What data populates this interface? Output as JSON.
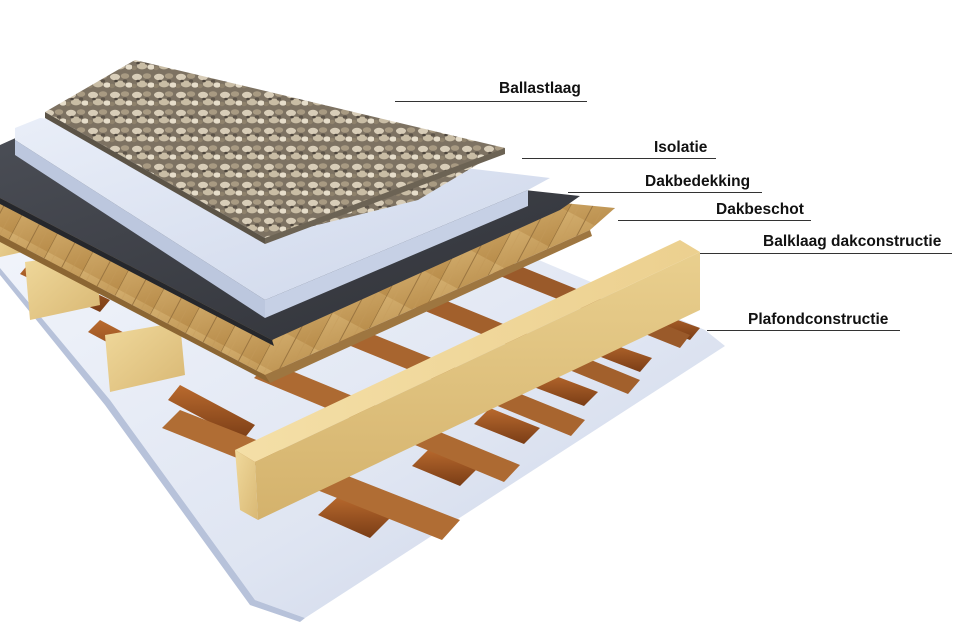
{
  "diagram": {
    "layers": [
      {
        "id": "ballast",
        "label": "Ballastlaag"
      },
      {
        "id": "insulation",
        "label": "Isolatie"
      },
      {
        "id": "membrane",
        "label": "Dakbedekking"
      },
      {
        "id": "decking",
        "label": "Dakbeschot"
      },
      {
        "id": "joists",
        "label": "Balklaag dakconstructie"
      },
      {
        "id": "ceiling",
        "label": "Plafondconstructie"
      }
    ]
  }
}
